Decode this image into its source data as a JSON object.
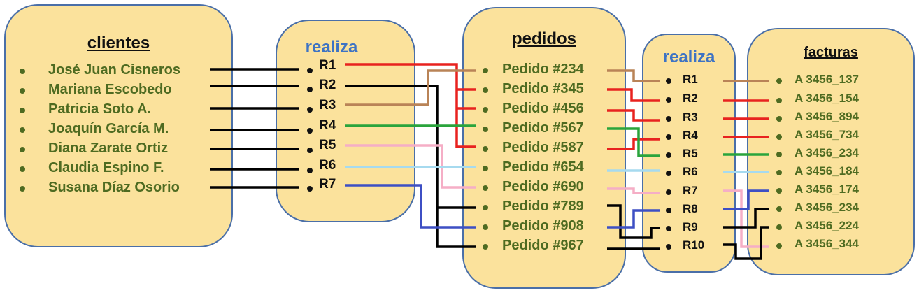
{
  "clientes": {
    "title": "clientes",
    "items": [
      "José Juan Cisneros",
      "Mariana Escobedo",
      "Patricia Soto A.",
      "Joaquín García M.",
      "Diana Zarate Ortiz",
      "Claudia Espino F.",
      "Susana Díaz Osorio"
    ]
  },
  "realiza1": {
    "title": "realiza",
    "items": [
      "R1",
      "R2",
      "R3",
      "R4",
      "R5",
      "R6",
      "R7"
    ]
  },
  "pedidos": {
    "title": "pedidos",
    "items": [
      "Pedido #234",
      "Pedido #345",
      "Pedido #456",
      "Pedido #567",
      "Pedido #587",
      "Pedido #654",
      "Pedido #690",
      "Pedido #789",
      "Pedido #908",
      "Pedido #967"
    ]
  },
  "realiza2": {
    "title": "realiza",
    "items": [
      "R1",
      "R2",
      "R3",
      "R4",
      "R5",
      "R6",
      "R7",
      "R8",
      "R9",
      "R10"
    ]
  },
  "facturas": {
    "title": "facturas",
    "items": [
      "A 3456_137",
      "A 3456_154",
      "A 3456_894",
      "A 3456_734",
      "A 3456_234",
      "A 3456_184",
      "A 3456_174",
      "A 3456_234",
      "A 3456_224",
      "A 3456_344"
    ]
  },
  "colors": {
    "box_fill": "#fbe29c",
    "box_border": "#4a6fa8",
    "text_green": "#4e6b21",
    "title_blue": "#3d73c4",
    "line_black": "#000000",
    "line_red": "#e8221f",
    "line_brown": "#b98357",
    "line_green": "#2aa43c",
    "line_pink": "#f5aec6",
    "line_lightblue": "#a6daef",
    "line_blue": "#3d4fc4"
  }
}
